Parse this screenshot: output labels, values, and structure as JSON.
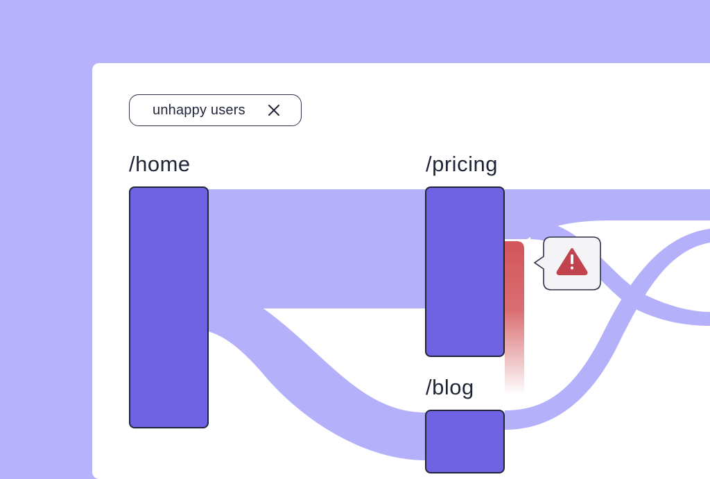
{
  "filter_chip": {
    "label": "unhappy users",
    "close_icon": "close-icon"
  },
  "nodes": {
    "home": {
      "label": "/home"
    },
    "pricing": {
      "label": "/pricing"
    },
    "blog": {
      "label": "/blog"
    }
  },
  "alert": {
    "icon": "warning-icon"
  },
  "colors": {
    "background": "#b7b3fb",
    "flow": "#b4b0fa",
    "node": "#7063e3",
    "node_border": "#1f2437",
    "dropoff": "#d2555a",
    "warning": "#c1434d"
  }
}
